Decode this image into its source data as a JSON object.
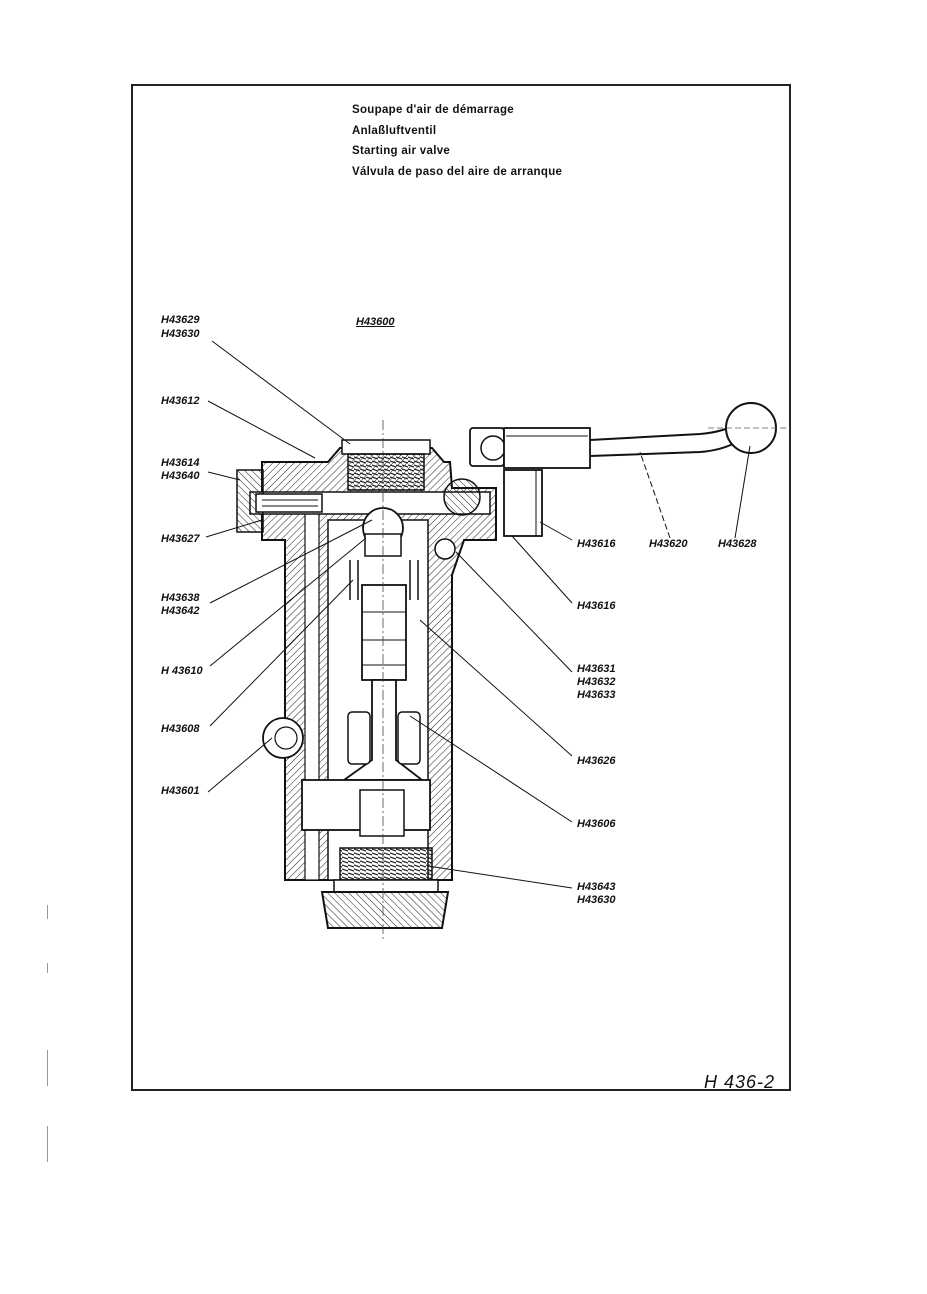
{
  "titles": {
    "fr": "Soupape d'air de démarrage",
    "de": "Anlaßluftventil",
    "en": "Starting air valve",
    "es": "Válvula de paso del aire de arranque"
  },
  "assembly_number": "H43600",
  "sheet_number": "H 436-2",
  "labels": {
    "h43629": "H43629",
    "h43630_top": "H43630",
    "h43612": "H43612",
    "h43614": "H43614",
    "h43640": "H43640",
    "h43627": "H43627",
    "h43638": "H43638",
    "h43642": "H43642",
    "h43610": "H 43610",
    "h43608": "H43608",
    "h43601": "H43601",
    "h43616a": "H43616",
    "h43620": "H43620",
    "h43628": "H43628",
    "h43616b": "H43616",
    "h43631": "H43631",
    "h43632": "H43632",
    "h43633": "H43633",
    "h43626": "H43626",
    "h43606": "H43606",
    "h43643": "H43643",
    "h43630_bottom": "H43630"
  }
}
